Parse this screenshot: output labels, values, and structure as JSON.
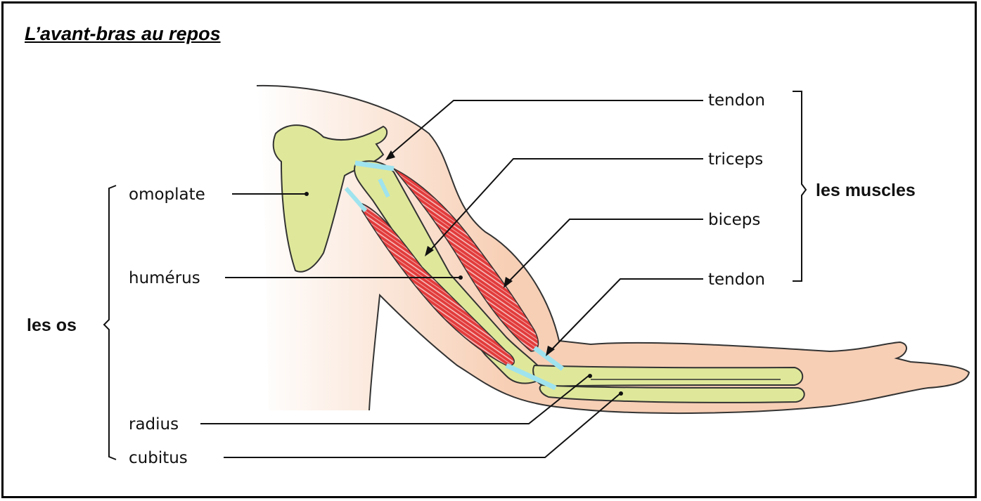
{
  "title": "L’avant-bras au repos",
  "labels": {
    "tendon_top": "tendon",
    "triceps": "triceps",
    "biceps": "biceps",
    "tendon_bottom": "tendon",
    "omoplate": "omoplate",
    "humerus": "humérus",
    "radius": "radius",
    "cubitus": "cubitus"
  },
  "groups": {
    "muscles": "les muscles",
    "os": "les os"
  },
  "colors": {
    "skin": "#f7cfb5",
    "bone": "#dfe89a",
    "muscle": "#e23b3b",
    "tendon": "#9fe3ee"
  }
}
